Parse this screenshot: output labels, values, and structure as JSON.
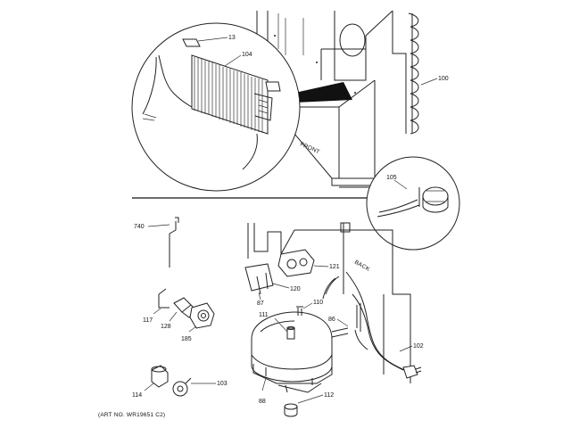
{
  "labels": {
    "l13": "13",
    "l104": "104",
    "l100": "100",
    "front": "FRONT",
    "l105": "105",
    "l740": "740",
    "l121": "121",
    "back": "BACK",
    "l120": "120",
    "l87": "87",
    "l110": "110",
    "l117": "117",
    "l128": "128",
    "l111": "111",
    "l86": "86",
    "l185": "185",
    "l102": "102",
    "l114": "114",
    "l103": "103",
    "l88": "88",
    "l112": "112"
  },
  "caption": "(ART NO. WR19651 C2)",
  "colors": {
    "line": "#222222",
    "background": "#ffffff",
    "callout": "#111111"
  }
}
